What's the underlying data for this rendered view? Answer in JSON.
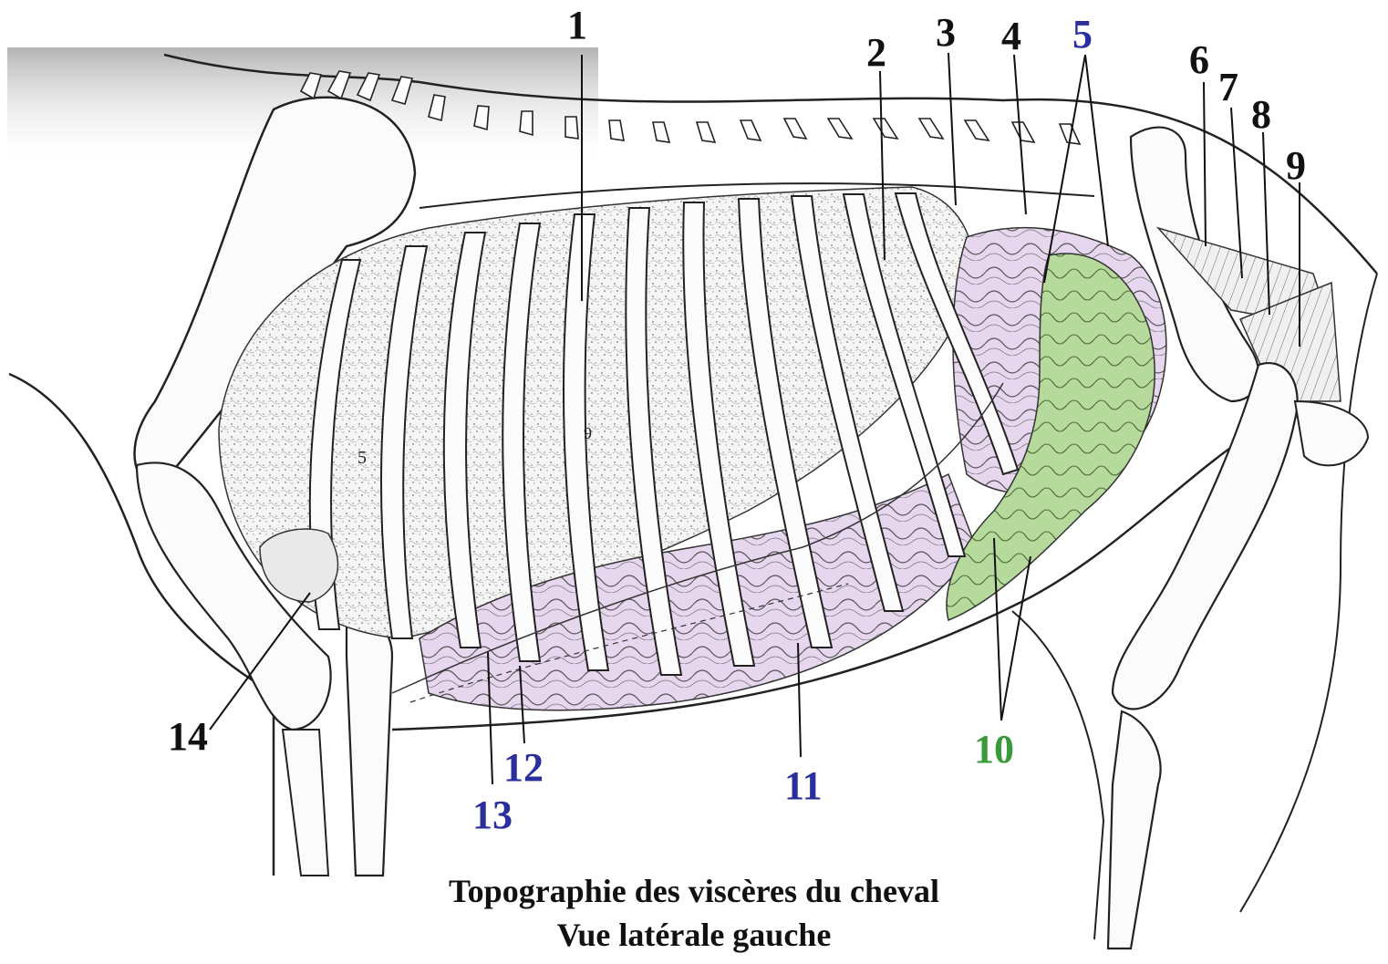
{
  "caption": {
    "line1": "Topographie des viscères du cheval",
    "line2": "Vue latérale gauche"
  },
  "labels": [
    {
      "id": "l1",
      "text": "1",
      "color": "#111111"
    },
    {
      "id": "l2",
      "text": "2",
      "color": "#111111"
    },
    {
      "id": "l3",
      "text": "3",
      "color": "#111111"
    },
    {
      "id": "l4",
      "text": "4",
      "color": "#111111"
    },
    {
      "id": "l5",
      "text": "5",
      "color": "#2a2f9c"
    },
    {
      "id": "l6",
      "text": "6",
      "color": "#111111"
    },
    {
      "id": "l7",
      "text": "7",
      "color": "#111111"
    },
    {
      "id": "l8",
      "text": "8",
      "color": "#111111"
    },
    {
      "id": "l9",
      "text": "9",
      "color": "#111111"
    },
    {
      "id": "l10",
      "text": "10",
      "color": "#3a9a3a"
    },
    {
      "id": "l11",
      "text": "11",
      "color": "#2a2f9c"
    },
    {
      "id": "l12",
      "text": "12",
      "color": "#2a2f9c"
    },
    {
      "id": "l13",
      "text": "13",
      "color": "#2a2f9c"
    },
    {
      "id": "l14",
      "text": "14",
      "color": "#111111"
    }
  ],
  "inline_marks": [
    "5",
    "9"
  ],
  "colors": {
    "line": "#222222",
    "lung_fill": "#f3f3f1",
    "intestine_purple": "#e7d8ee",
    "colon_green": "#b9dca0",
    "back_shadow": "#bdbdbd"
  }
}
